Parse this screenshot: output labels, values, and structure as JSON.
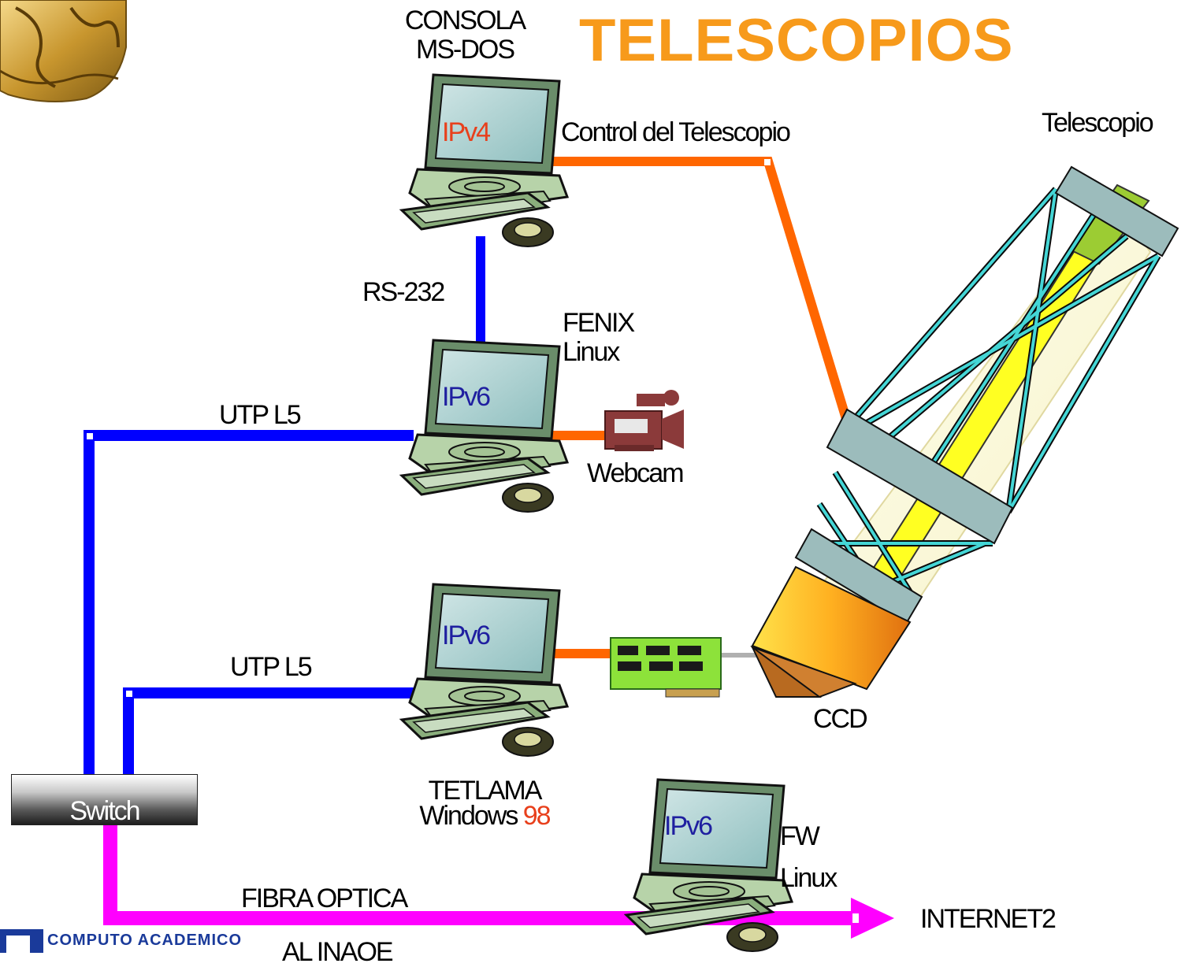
{
  "title": "TELESCOPIOS",
  "nodes": {
    "consola": {
      "name": "CONSOLA",
      "os": "MS-DOS",
      "ip": "IPv4"
    },
    "fenix": {
      "name": "FENIX",
      "os": "Linux",
      "ip": "IPv6"
    },
    "tetlama": {
      "name": "TETLAMA",
      "os_prefix": "Windows ",
      "os_version": "98",
      "ip": "IPv6"
    },
    "fw": {
      "name": "FW",
      "os": "Linux",
      "ip": "IPv6"
    }
  },
  "links": {
    "control": "Control del Telescopio",
    "rs232": "RS-232",
    "utp_top": "UTP L5",
    "utp_bottom": "UTP L5",
    "fibra": "FIBRA OPTICA",
    "al_inaoe": "AL INAOE"
  },
  "devices": {
    "telescope": "Telescopio",
    "webcam": "Webcam",
    "ccd": "CCD",
    "switch": "Switch",
    "internet": "INTERNET2"
  },
  "logos": {
    "bottom_left": "COMPUTO ACADEMICO"
  },
  "colors": {
    "title": "#f79a1b",
    "serial": "#0000ff",
    "control": "#ff6600",
    "fiber": "#ff00ff"
  }
}
